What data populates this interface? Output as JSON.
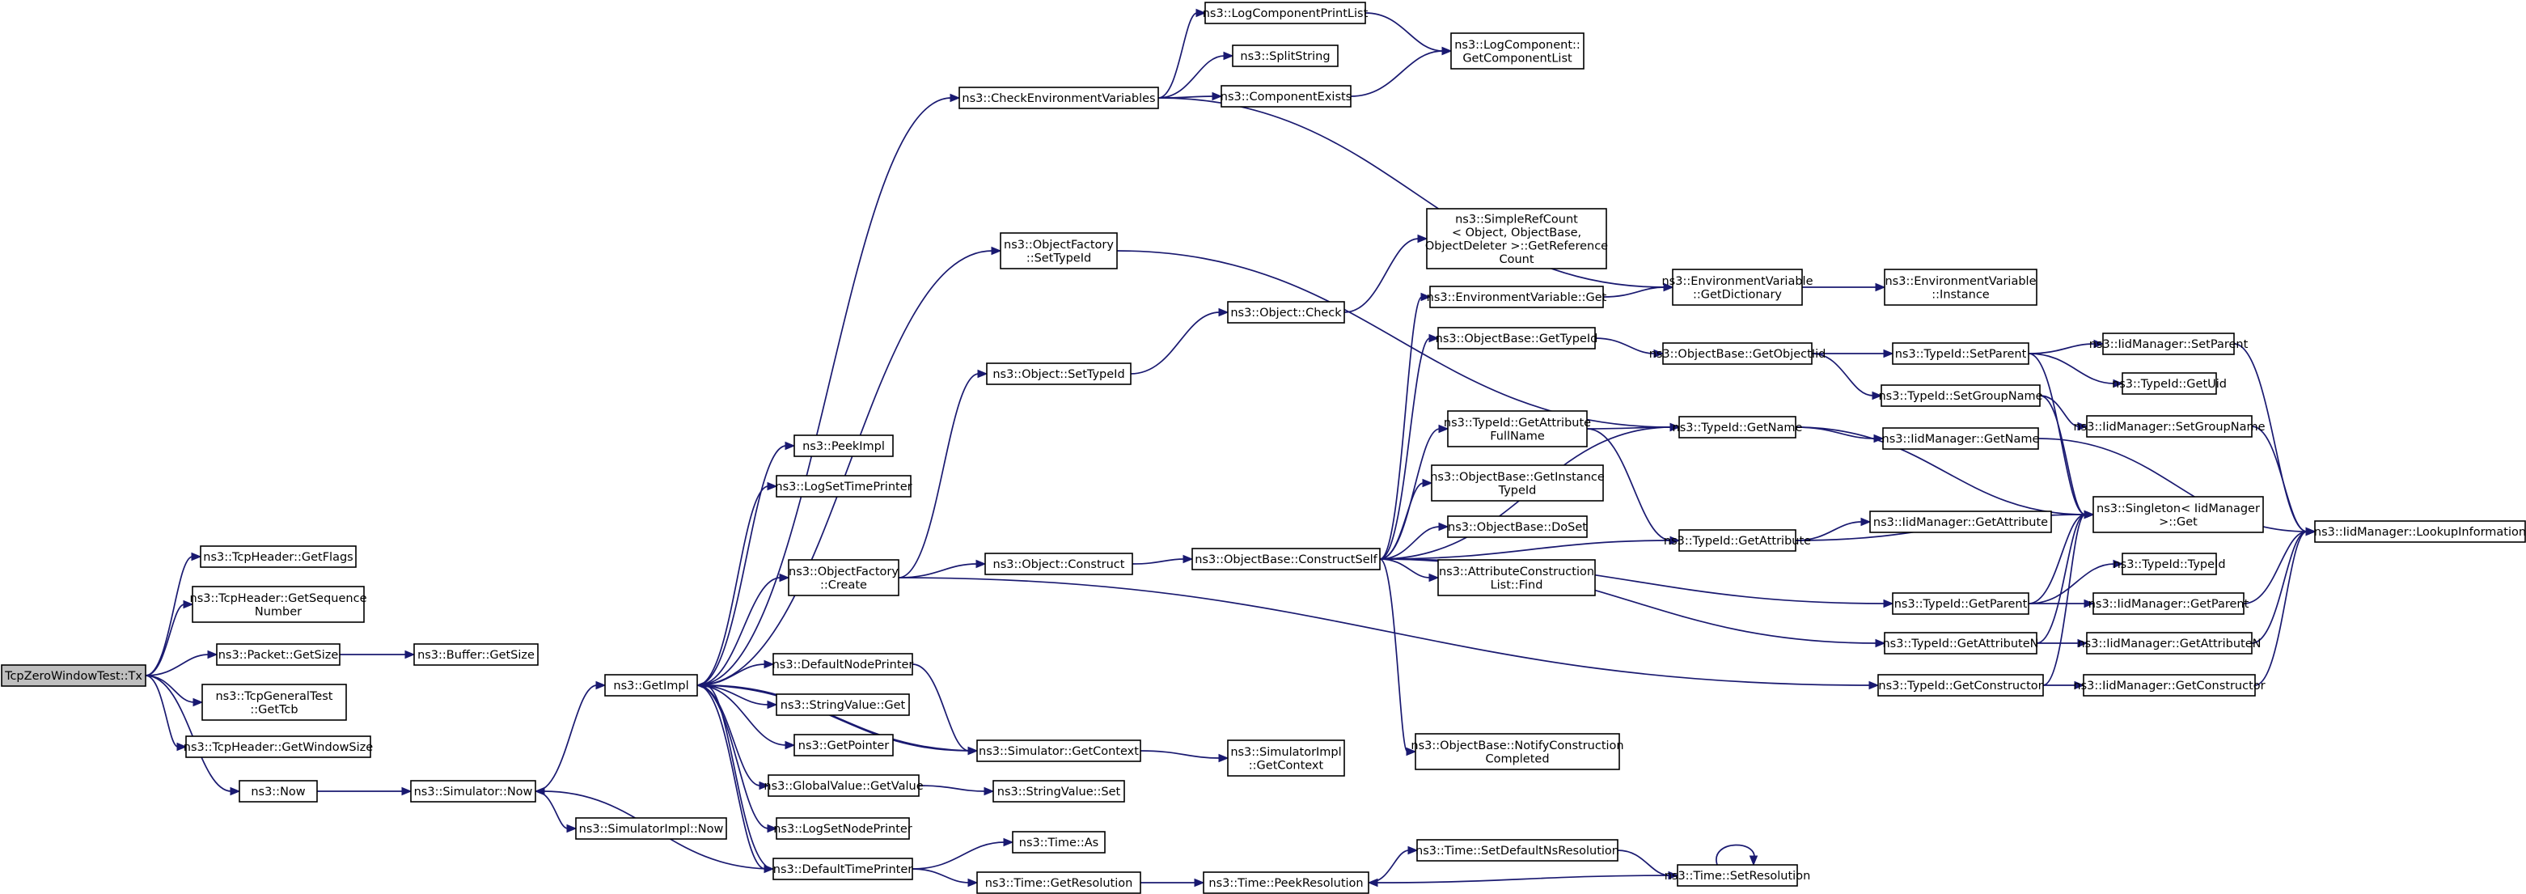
{
  "graph": {
    "nodes": [
      {
        "id": "root",
        "lines": [
          "TcpZeroWindowTest::Tx"
        ],
        "root": true
      },
      {
        "id": "getflags",
        "lines": [
          "ns3::TcpHeader::GetFlags"
        ]
      },
      {
        "id": "getseq",
        "lines": [
          "ns3::TcpHeader::GetSequence",
          "Number"
        ]
      },
      {
        "id": "pktsize",
        "lines": [
          "ns3::Packet::GetSize"
        ]
      },
      {
        "id": "bufsize",
        "lines": [
          "ns3::Buffer::GetSize"
        ]
      },
      {
        "id": "gettcb",
        "lines": [
          "ns3::TcpGeneralTest",
          "::GetTcb"
        ]
      },
      {
        "id": "winsize",
        "lines": [
          "ns3::TcpHeader::GetWindowSize"
        ]
      },
      {
        "id": "now",
        "lines": [
          "ns3::Now"
        ]
      },
      {
        "id": "simnow",
        "lines": [
          "ns3::Simulator::Now"
        ]
      },
      {
        "id": "simimplnow",
        "lines": [
          "ns3::SimulatorImpl::Now"
        ]
      },
      {
        "id": "getimpl",
        "lines": [
          "ns3::GetImpl"
        ]
      },
      {
        "id": "peekimpl",
        "lines": [
          "ns3::PeekImpl"
        ]
      },
      {
        "id": "logsettime",
        "lines": [
          "ns3::LogSetTimePrinter"
        ]
      },
      {
        "id": "objfcreate",
        "lines": [
          "ns3::ObjectFactory",
          "::Create"
        ]
      },
      {
        "id": "defnodeprinter",
        "lines": [
          "ns3::DefaultNodePrinter"
        ]
      },
      {
        "id": "strvalget",
        "lines": [
          "ns3::StringValue::Get"
        ]
      },
      {
        "id": "getpointer",
        "lines": [
          "ns3::GetPointer"
        ]
      },
      {
        "id": "gvgetvalue",
        "lines": [
          "ns3::GlobalValue::GetValue"
        ]
      },
      {
        "id": "logsetnode",
        "lines": [
          "ns3::LogSetNodePrinter"
        ]
      },
      {
        "id": "deftimeprinter",
        "lines": [
          "ns3::DefaultTimePrinter"
        ]
      },
      {
        "id": "checkenv",
        "lines": [
          "ns3::CheckEnvironmentVariables"
        ]
      },
      {
        "id": "objfsettypeid",
        "lines": [
          "ns3::ObjectFactory",
          "::SetTypeId"
        ]
      },
      {
        "id": "objsettypeid",
        "lines": [
          "ns3::Object::SetTypeId"
        ]
      },
      {
        "id": "objconstruct",
        "lines": [
          "ns3::Object::Construct"
        ]
      },
      {
        "id": "simgetctx",
        "lines": [
          "ns3::Simulator::GetContext"
        ]
      },
      {
        "id": "strvalset",
        "lines": [
          "ns3::StringValue::Set"
        ]
      },
      {
        "id": "timeas",
        "lines": [
          "ns3::Time::As"
        ]
      },
      {
        "id": "timegetres",
        "lines": [
          "ns3::Time::GetResolution"
        ]
      },
      {
        "id": "logcompprint",
        "lines": [
          "ns3::LogComponentPrintList"
        ]
      },
      {
        "id": "splitstring",
        "lines": [
          "ns3::SplitString"
        ]
      },
      {
        "id": "compexists",
        "lines": [
          "ns3::ComponentExists"
        ]
      },
      {
        "id": "objcheck",
        "lines": [
          "ns3::Object::Check"
        ]
      },
      {
        "id": "constructself",
        "lines": [
          "ns3::ObjectBase::ConstructSelf"
        ]
      },
      {
        "id": "simimplgetctx",
        "lines": [
          "ns3::SimulatorImpl",
          "::GetContext"
        ]
      },
      {
        "id": "timepeekres",
        "lines": [
          "ns3::Time::PeekResolution"
        ]
      },
      {
        "id": "logcompgetlist",
        "lines": [
          "ns3::LogComponent::",
          "GetComponentList"
        ]
      },
      {
        "id": "simplerefcount",
        "lines": [
          "ns3::SimpleRefCount",
          "< Object, ObjectBase,",
          "ObjectDeleter >::GetReference",
          "Count"
        ]
      },
      {
        "id": "envvarget",
        "lines": [
          "ns3::EnvironmentVariable::Get"
        ]
      },
      {
        "id": "objbasegettypeid",
        "lines": [
          "ns3::ObjectBase::GetTypeId"
        ]
      },
      {
        "id": "typeidgetattrfull",
        "lines": [
          "ns3::TypeId::GetAttribute",
          "FullName"
        ]
      },
      {
        "id": "objbasegetinst",
        "lines": [
          "ns3::ObjectBase::GetInstance",
          "TypeId"
        ]
      },
      {
        "id": "objbasedoset",
        "lines": [
          "ns3::ObjectBase::DoSet"
        ]
      },
      {
        "id": "attrconstrfind",
        "lines": [
          "ns3::AttributeConstruction",
          "List::Find"
        ]
      },
      {
        "id": "notifyconstr",
        "lines": [
          "ns3::ObjectBase::NotifyConstruction",
          "Completed"
        ]
      },
      {
        "id": "timesetdefns",
        "lines": [
          "ns3::Time::SetDefaultNsResolution"
        ]
      },
      {
        "id": "envvargetdict",
        "lines": [
          "ns3::EnvironmentVariable",
          "::GetDictionary"
        ]
      },
      {
        "id": "objbasegetobjiid",
        "lines": [
          "ns3::ObjectBase::GetObjectIid"
        ]
      },
      {
        "id": "typeidgetname",
        "lines": [
          "ns3::TypeId::GetName"
        ]
      },
      {
        "id": "typeidgetattr",
        "lines": [
          "ns3::TypeId::GetAttribute"
        ]
      },
      {
        "id": "timesetres",
        "lines": [
          "ns3::Time::SetResolution"
        ]
      },
      {
        "id": "envvarinstance",
        "lines": [
          "ns3::EnvironmentVariable",
          "::Instance"
        ]
      },
      {
        "id": "typeidsetparent",
        "lines": [
          "ns3::TypeId::SetParent"
        ]
      },
      {
        "id": "typeidsetgroup",
        "lines": [
          "ns3::TypeId::SetGroupName"
        ]
      },
      {
        "id": "iidgetname",
        "lines": [
          "ns3::IidManager::GetName"
        ]
      },
      {
        "id": "iidgetattr",
        "lines": [
          "ns3::IidManager::GetAttribute"
        ]
      },
      {
        "id": "typeidgetparent",
        "lines": [
          "ns3::TypeId::GetParent"
        ]
      },
      {
        "id": "typeidgetattrn",
        "lines": [
          "ns3::TypeId::GetAttributeN"
        ]
      },
      {
        "id": "typeidgetctor",
        "lines": [
          "ns3::TypeId::GetConstructor"
        ]
      },
      {
        "id": "iidsetparent",
        "lines": [
          "ns3::IidManager::SetParent"
        ]
      },
      {
        "id": "typeidgetuid",
        "lines": [
          "ns3::TypeId::GetUid"
        ]
      },
      {
        "id": "iidsetgroup",
        "lines": [
          "ns3::IidManager::SetGroupName"
        ]
      },
      {
        "id": "singletonget",
        "lines": [
          "ns3::Singleton< IidManager",
          ">::Get"
        ]
      },
      {
        "id": "typeidtypeid",
        "lines": [
          "ns3::TypeId::TypeId"
        ]
      },
      {
        "id": "iidgetparent",
        "lines": [
          "ns3::IidManager::GetParent"
        ]
      },
      {
        "id": "iidgetattrn",
        "lines": [
          "ns3::IidManager::GetAttributeN"
        ]
      },
      {
        "id": "iidgetctor",
        "lines": [
          "ns3::IidManager::GetConstructor"
        ]
      },
      {
        "id": "iidlookup",
        "lines": [
          "ns3::IidManager::LookupInformation"
        ]
      }
    ],
    "edges": [
      [
        "root",
        "getflags"
      ],
      [
        "root",
        "getseq"
      ],
      [
        "root",
        "pktsize"
      ],
      [
        "root",
        "gettcb"
      ],
      [
        "root",
        "winsize"
      ],
      [
        "root",
        "now"
      ],
      [
        "pktsize",
        "bufsize"
      ],
      [
        "now",
        "simnow"
      ],
      [
        "simnow",
        "getimpl"
      ],
      [
        "simnow",
        "simimplnow"
      ],
      [
        "getimpl",
        "peekimpl"
      ],
      [
        "getimpl",
        "logsettime"
      ],
      [
        "getimpl",
        "objfcreate"
      ],
      [
        "getimpl",
        "defnodeprinter"
      ],
      [
        "getimpl",
        "strvalget"
      ],
      [
        "getimpl",
        "getpointer"
      ],
      [
        "getimpl",
        "gvgetvalue"
      ],
      [
        "getimpl",
        "logsetnode"
      ],
      [
        "getimpl",
        "deftimeprinter"
      ],
      [
        "getimpl",
        "checkenv"
      ],
      [
        "getimpl",
        "objfsettypeid"
      ],
      [
        "getimpl",
        "simgetctx"
      ],
      [
        "deftimeprinter",
        "simnow"
      ],
      [
        "deftimeprinter",
        "getimpl"
      ],
      [
        "deftimeprinter",
        "timeas"
      ],
      [
        "deftimeprinter",
        "timegetres"
      ],
      [
        "defnodeprinter",
        "simgetctx"
      ],
      [
        "gvgetvalue",
        "strvalset"
      ],
      [
        "simgetctx",
        "getimpl"
      ],
      [
        "simgetctx",
        "simimplgetctx"
      ],
      [
        "timegetres",
        "timepeekres"
      ],
      [
        "timepeekres",
        "timesetdefns"
      ],
      [
        "timesetdefns",
        "timesetres"
      ],
      [
        "timesetres",
        "timepeekres"
      ],
      [
        "timesetres",
        "timesetres"
      ],
      [
        "objfcreate",
        "objsettypeid"
      ],
      [
        "objfcreate",
        "objconstruct"
      ],
      [
        "objfcreate",
        "typeidgetctor"
      ],
      [
        "objsettypeid",
        "objcheck"
      ],
      [
        "objconstruct",
        "constructself"
      ],
      [
        "objcheck",
        "simplerefcount"
      ],
      [
        "checkenv",
        "logcompprint"
      ],
      [
        "checkenv",
        "splitstring"
      ],
      [
        "checkenv",
        "compexists"
      ],
      [
        "checkenv",
        "envvargetdict"
      ],
      [
        "logcompprint",
        "logcompgetlist"
      ],
      [
        "compexists",
        "logcompgetlist"
      ],
      [
        "objfsettypeid",
        "typeidgetname"
      ],
      [
        "constructself",
        "envvarget"
      ],
      [
        "constructself",
        "objbasegettypeid"
      ],
      [
        "constructself",
        "typeidgetname"
      ],
      [
        "constructself",
        "typeidgetattrfull"
      ],
      [
        "constructself",
        "objbasegetinst"
      ],
      [
        "constructself",
        "objbasedoset"
      ],
      [
        "constructself",
        "attrconstrfind"
      ],
      [
        "constructself",
        "typeidgetattr"
      ],
      [
        "constructself",
        "typeidgetparent"
      ],
      [
        "constructself",
        "typeidgetattrn"
      ],
      [
        "constructself",
        "notifyconstr"
      ],
      [
        "envvarget",
        "envvargetdict"
      ],
      [
        "envvargetdict",
        "envvarinstance"
      ],
      [
        "objbasegettypeid",
        "objbasegetobjiid"
      ],
      [
        "objbasegetobjiid",
        "typeidsetparent"
      ],
      [
        "objbasegetobjiid",
        "typeidsetgroup"
      ],
      [
        "typeidgetattrfull",
        "typeidgetname"
      ],
      [
        "typeidgetattrfull",
        "typeidgetattr"
      ],
      [
        "typeidgetname",
        "iidgetname"
      ],
      [
        "typeidgetname",
        "singletonget"
      ],
      [
        "typeidgetattr",
        "iidgetattr"
      ],
      [
        "typeidgetattr",
        "singletonget"
      ],
      [
        "typeidsetparent",
        "iidsetparent"
      ],
      [
        "typeidsetparent",
        "typeidgetuid"
      ],
      [
        "typeidsetparent",
        "singletonget"
      ],
      [
        "typeidsetgroup",
        "iidsetgroup"
      ],
      [
        "typeidsetgroup",
        "singletonget"
      ],
      [
        "typeidgetparent",
        "singletonget"
      ],
      [
        "typeidgetparent",
        "typeidtypeid"
      ],
      [
        "typeidgetparent",
        "iidgetparent"
      ],
      [
        "typeidgetattrn",
        "singletonget"
      ],
      [
        "typeidgetattrn",
        "iidgetattrn"
      ],
      [
        "typeidgetctor",
        "singletonget"
      ],
      [
        "typeidgetctor",
        "iidgetctor"
      ],
      [
        "iidsetparent",
        "iidlookup"
      ],
      [
        "iidsetgroup",
        "iidlookup"
      ],
      [
        "iidgetname",
        "iidlookup"
      ],
      [
        "iidgetparent",
        "iidlookup"
      ],
      [
        "iidgetattrn",
        "iidlookup"
      ],
      [
        "iidgetctor",
        "iidlookup"
      ]
    ]
  }
}
